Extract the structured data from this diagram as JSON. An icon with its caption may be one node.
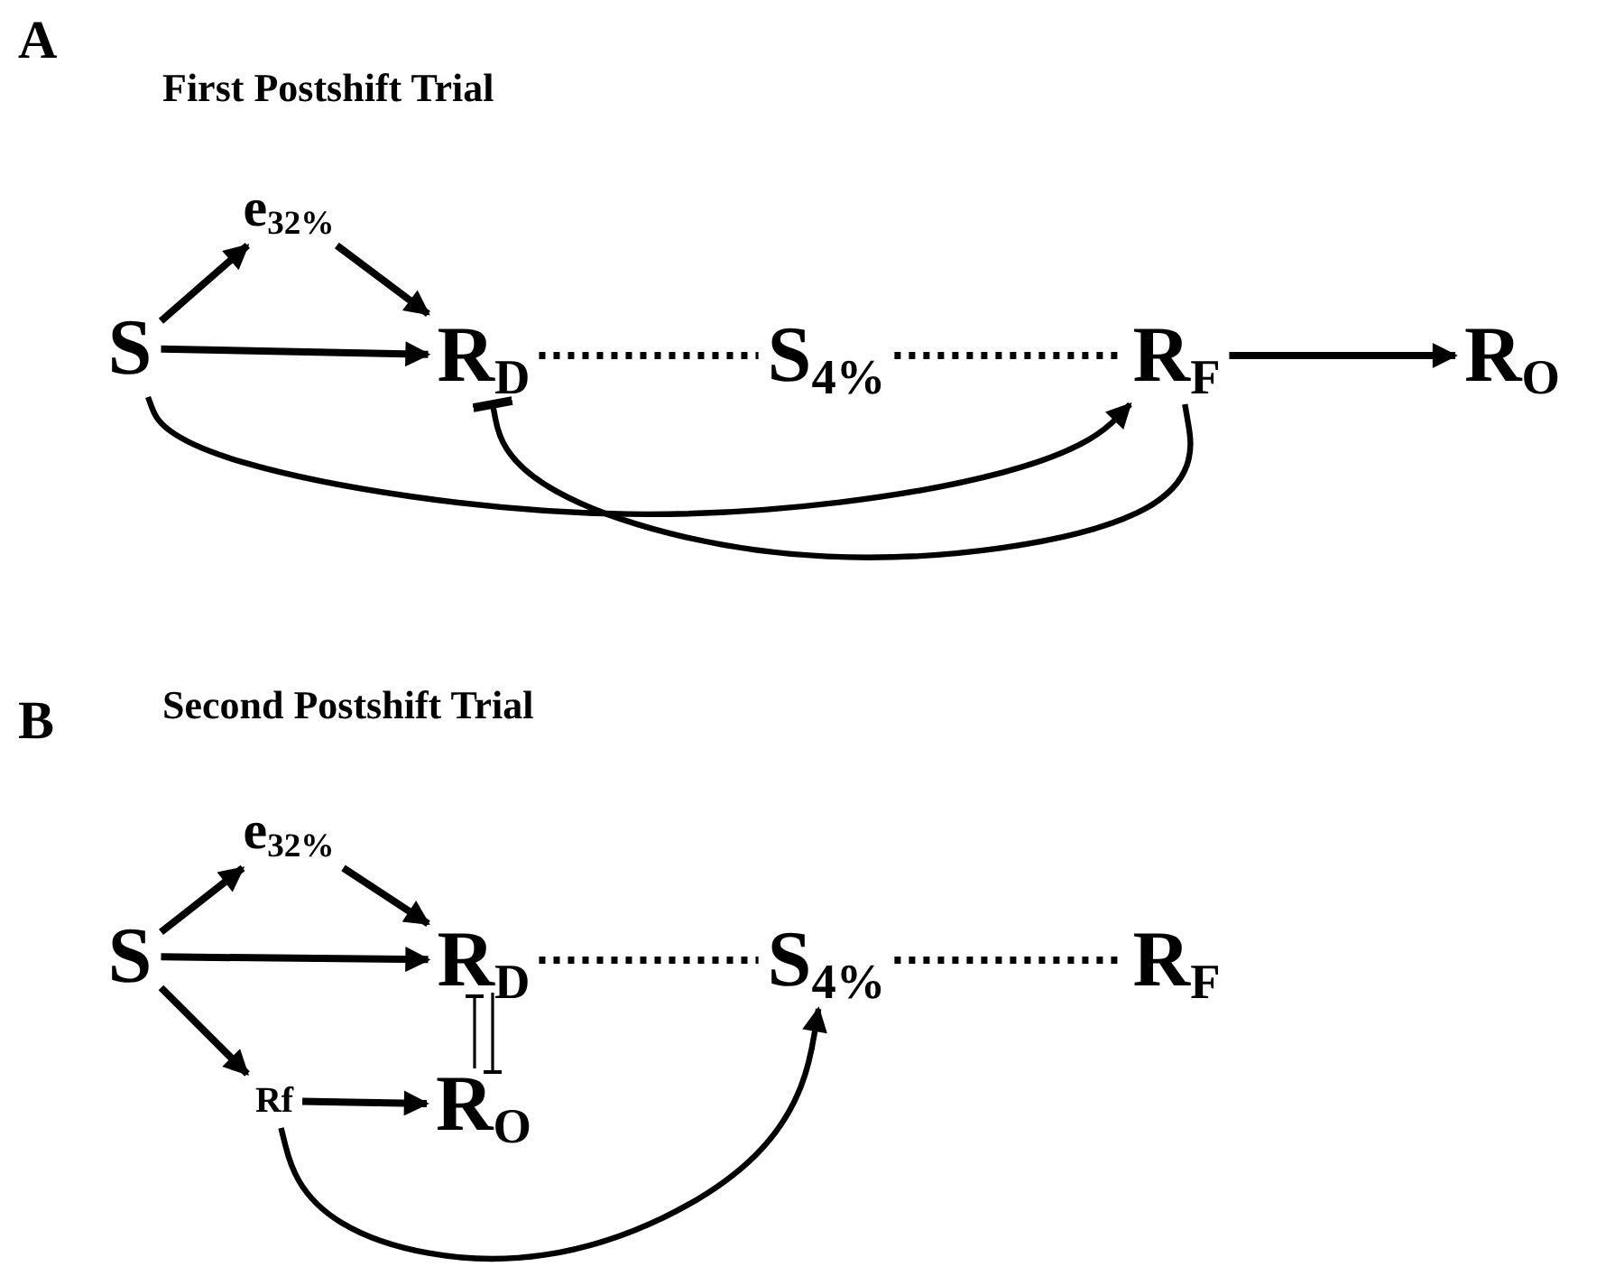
{
  "diagram": {
    "nodes": [
      {
        "text": [
          "S"
        ]
      },
      {
        "text": [
          "e$_{32%}$"
        ]
      },
      {
        "text": [
          "R$_{D}$"
        ]
      },
      {
        "text": [
          "S$_{4%}$"
        ]
      },
      {
        "text": [
          "R$_{F}$"
        ]
      },
      {
        "text": [
          "R$_{O}$"
        ]
      },
      {
        "text": [
          "S"
        ]
      },
      {
        "text": [
          "e$_{32%}$"
        ]
      },
      {
        "text": [
          "R$_{D}$"
        ]
      },
      {
        "text": [
          "S$_{4%}$"
        ]
      },
      {
        "text": [
          "R$_{F}$"
        ]
      },
      {
        "text": [
          "Rf"
        ]
      },
      {
        "text": [
          "R$_{O}$"
        ]
      }
    ],
    "edges": [
      {
        "from": 0,
        "to": 1,
        "arrow": "to"
      },
      {
        "from": 1,
        "to": 2,
        "arrow": "to"
      },
      {
        "from": 0,
        "to": 2,
        "arrow": "to"
      },
      {
        "from": 2,
        "to": 3,
        "arrow": "none",
        "style": "dashed"
      },
      {
        "from": 3,
        "to": 4,
        "arrow": "none",
        "style": "dashed"
      },
      {
        "from": 4,
        "to": 5,
        "arrow": "to"
      },
      {
        "from": 0,
        "to": 4,
        "arrow": "to"
      },
      {
        "from": 4,
        "to": 2,
        "arrow": "other"
      },
      {
        "from": 6,
        "to": 7,
        "arrow": "to"
      },
      {
        "from": 7,
        "to": 8,
        "arrow": "to"
      },
      {
        "from": 6,
        "to": 8,
        "arrow": "to"
      },
      {
        "from": 6,
        "to": 11,
        "arrow": "to"
      },
      {
        "from": 11,
        "to": 12,
        "arrow": "to"
      },
      {
        "from": 12,
        "to": 8,
        "arrow": "other"
      },
      {
        "from": 8,
        "to": 12,
        "arrow": "other"
      },
      {
        "from": 8,
        "to": 9,
        "arrow": "none",
        "style": "dashed"
      },
      {
        "from": 9,
        "to": 10,
        "arrow": "none",
        "style": "dashed"
      },
      {
        "from": 11,
        "to": 9,
        "arrow": "to"
      }
    ],
    "labels": [
      "A",
      "First Postshift Trial",
      "B",
      "Second Postshift Trial"
    ]
  }
}
